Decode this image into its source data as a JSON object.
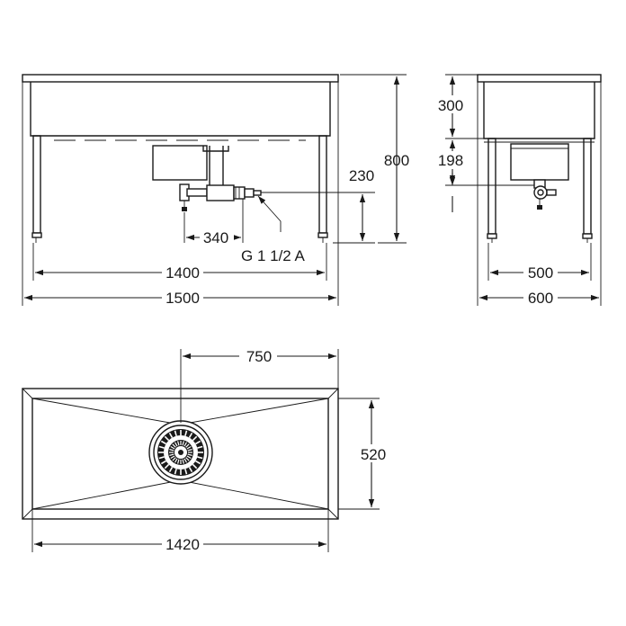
{
  "front_view": {
    "dim_width_outer": "1500",
    "dim_width_inner": "1400",
    "dim_height_total": "800",
    "dim_drain_height": "230",
    "dim_drain_offset": "340",
    "thread_label": "G 1 1/2 A"
  },
  "side_view": {
    "dim_bowl_depth": "300",
    "dim_drain_height": "198",
    "dim_width_inner": "500",
    "dim_width_outer": "600"
  },
  "top_view": {
    "dim_drain_center": "750",
    "dim_depth": "520",
    "dim_length": "1420"
  }
}
